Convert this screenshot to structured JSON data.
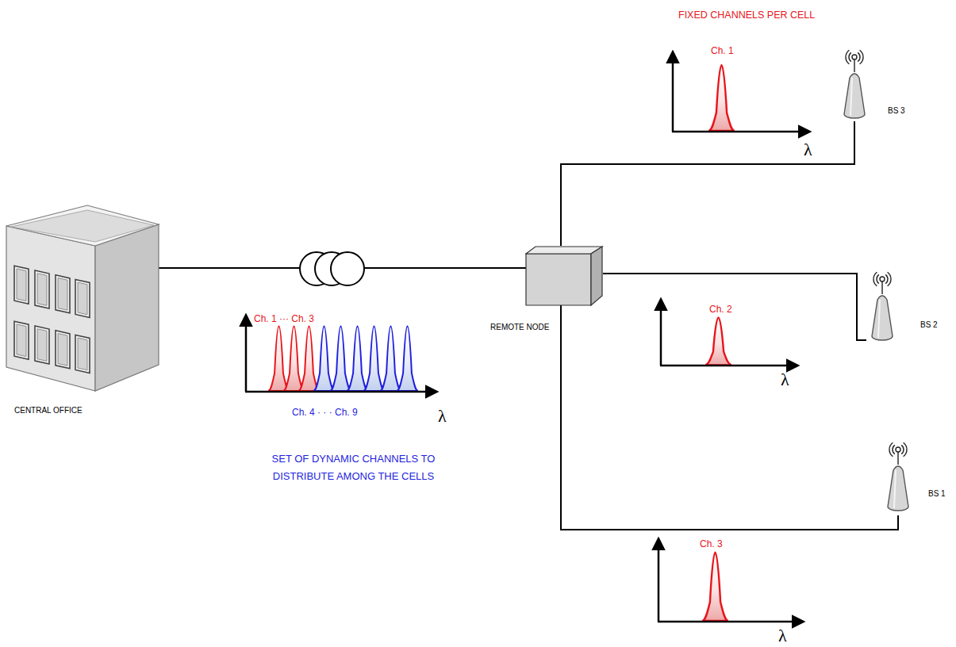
{
  "diagram": {
    "nodes": [
      {
        "text": [
          "CENTRAL OFFICE"
        ]
      },
      {
        "text": [
          "REMOTE NODE"
        ]
      },
      {
        "text": [
          "BS 3"
        ]
      },
      {
        "text": [
          "BS 2"
        ]
      },
      {
        "text": [
          "BS 1"
        ]
      }
    ],
    "edges": [
      {
        "from": 0,
        "to": 1,
        "arrow": "none"
      },
      {
        "from": 1,
        "to": 2,
        "arrow": "none"
      },
      {
        "from": 1,
        "to": 3,
        "arrow": "none"
      },
      {
        "from": 1,
        "to": 4,
        "arrow": "none"
      }
    ],
    "labels": [
      "FIXED CHANNELS PER CELL",
      "Ch. 1",
      "λ",
      "Ch. 1 ··· Ch. 3",
      "Ch. 4 · · · Ch. 9",
      "λ",
      "SET OF DYNAMIC CHANNELS TO DISTRIBUTE AMONG THE CELLS",
      "Ch. 2",
      "λ",
      "Ch. 3",
      "λ"
    ]
  }
}
